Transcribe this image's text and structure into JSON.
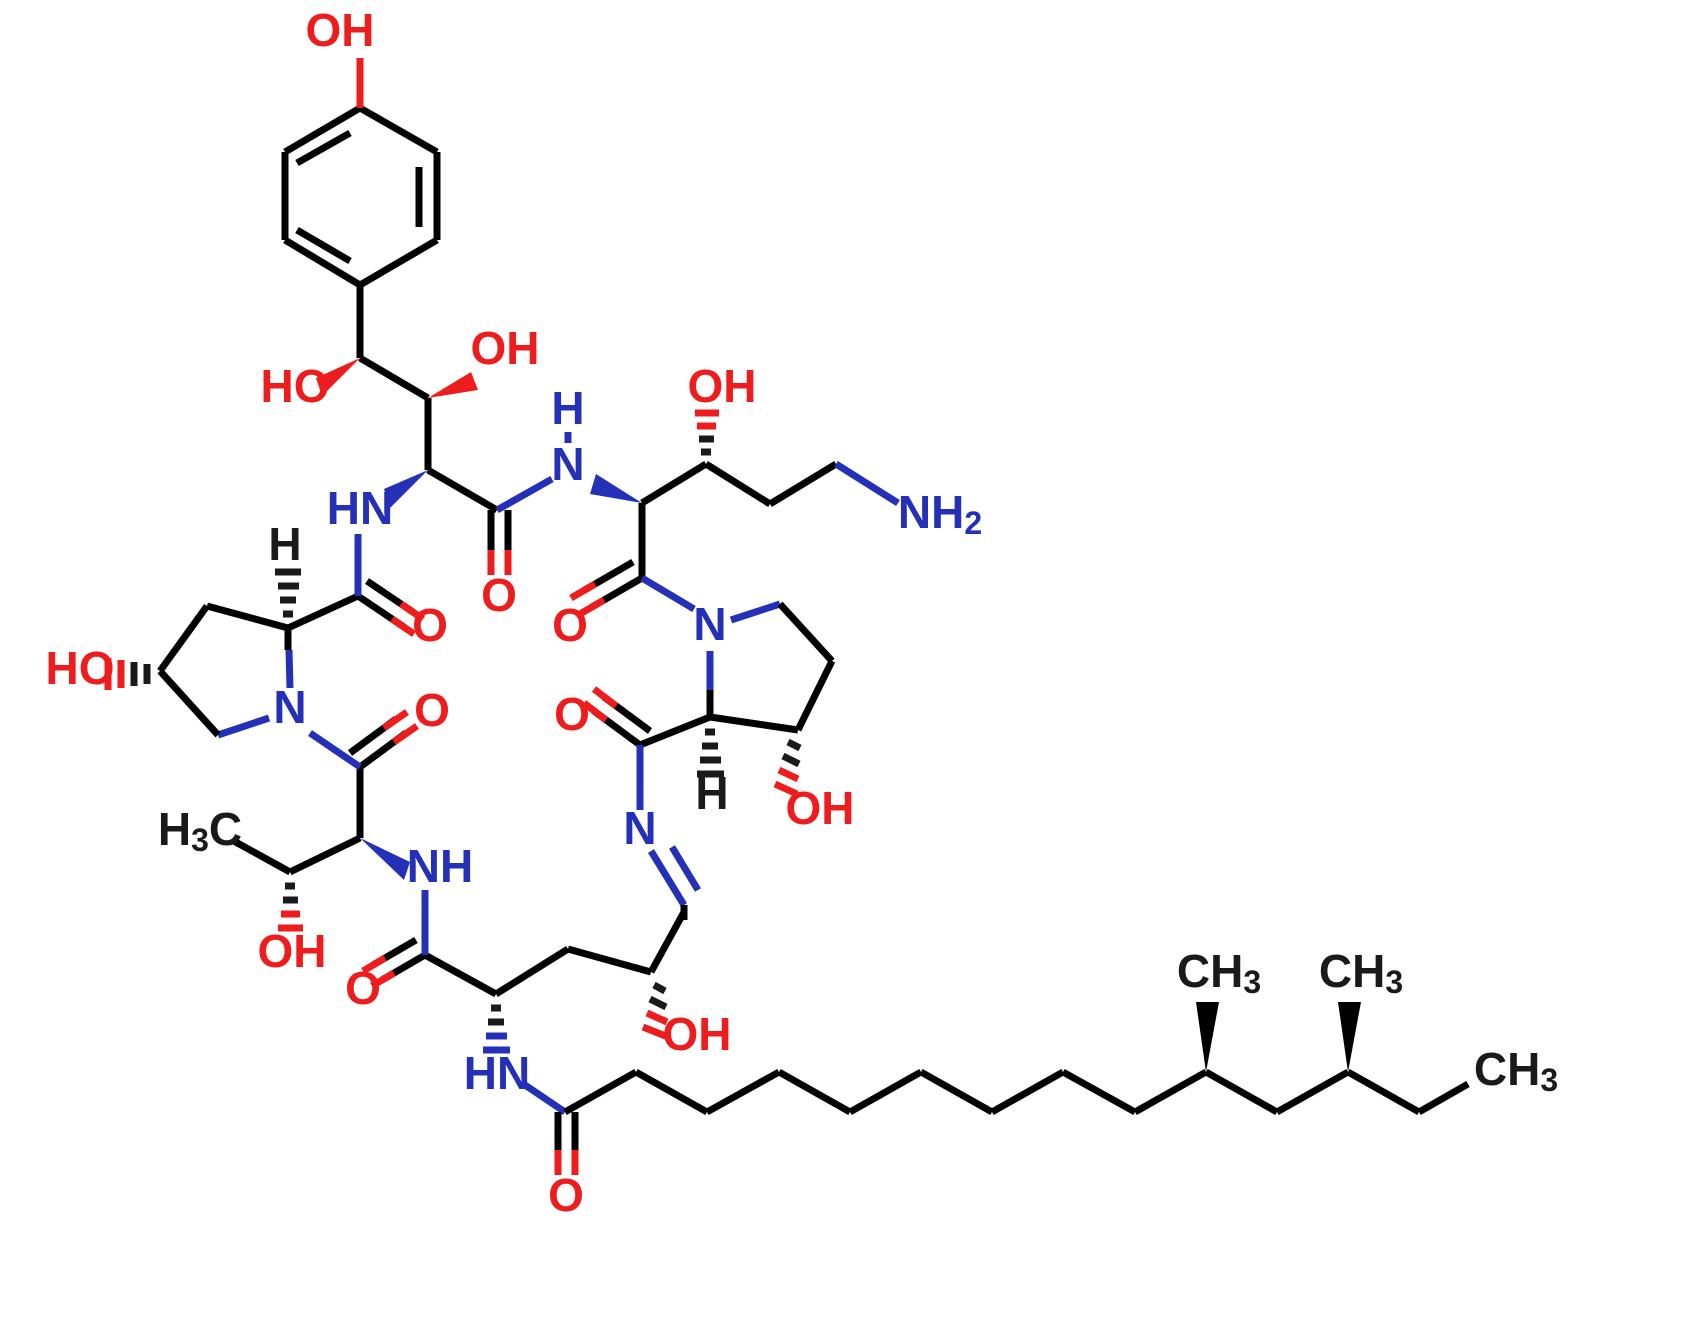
{
  "figure": {
    "type": "chemical-structure-diagram",
    "description": "Cyclic lipopeptide (echinocandin-class) hexapeptide macrocycle with branched fatty acyl side chain",
    "background_color": "#ffffff",
    "bond_color": "#000000",
    "oxygen_color": "#ee1c1c",
    "nitrogen_color": "#2430b8",
    "carbon_label_color": "#1a1a1a"
  },
  "labels": {
    "phenol_oh": "OH",
    "benzylic_ho": "HO",
    "beta_oh": "OH",
    "amide_nh_left": "HN",
    "amide_h_top": "H",
    "amide_n_top": "N",
    "orn_oh": "OH",
    "terminal_nh2_text": "NH",
    "terminal_nh2_sub": "2",
    "carbonyl_o_1": "O",
    "carbonyl_o_2": "O",
    "carbonyl_o_3": "O",
    "carbonyl_o_4": "O",
    "carbonyl_o_5": "O",
    "carbonyl_o_6": "O",
    "carbonyl_o_7": "O",
    "hyp_ho_left": "HO",
    "hyp_h_left": "H",
    "hyp_n_left": "N",
    "thr_methyl_text": "H",
    "thr_methyl_sub": "3",
    "thr_methyl_tail": "C",
    "thr_oh": "OH",
    "thr_nh": "NH",
    "pro_n_right": "N",
    "pro_h_right": "H",
    "pro_oh_right": "OH",
    "imine_n": "N",
    "homo_oh": "OH",
    "acyl_hn": "HN",
    "chain_methyl_a_text": "CH",
    "chain_methyl_a_sub": "3",
    "chain_methyl_b_text": "CH",
    "chain_methyl_b_sub": "3",
    "chain_terminal_text": "CH",
    "chain_terminal_sub": "3"
  },
  "chart_data": {
    "type": "table",
    "title": "Chemical structure atom labels",
    "categories": [
      "label",
      "element",
      "color"
    ],
    "values": [
      [
        "OH",
        "oxygen-hydroxyl",
        "#ee1c1c"
      ],
      [
        "HO",
        "oxygen-hydroxyl",
        "#ee1c1c"
      ],
      [
        "O",
        "oxygen-carbonyl",
        "#ee1c1c"
      ],
      [
        "N",
        "nitrogen",
        "#2430b8"
      ],
      [
        "NH",
        "nitrogen-amine",
        "#2430b8"
      ],
      [
        "HN",
        "nitrogen-amide",
        "#2430b8"
      ],
      [
        "NH2",
        "nitrogen-primary-amine",
        "#2430b8"
      ],
      [
        "CH3",
        "carbon-methyl",
        "#1a1a1a"
      ],
      [
        "H3C",
        "carbon-methyl",
        "#1a1a1a"
      ],
      [
        "H",
        "hydrogen-stereo",
        "#1a1a1a"
      ]
    ]
  }
}
